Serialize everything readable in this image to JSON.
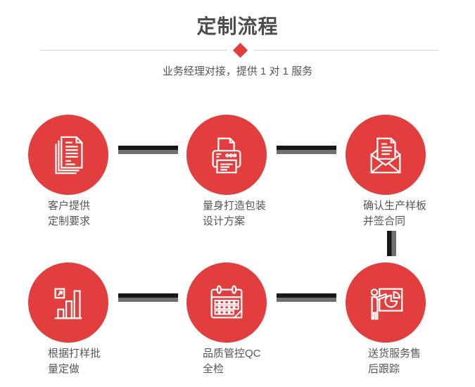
{
  "page": {
    "title": "定制流程",
    "subtitle": "业务经理对接，提供 1 对 1 服务"
  },
  "colors": {
    "accent_red": "#e23e3e",
    "title_text": "#4d4d4d",
    "body_text": "#555555",
    "divider_line": "#d4d4d4",
    "connector_dark": "#161616",
    "connector_gray": "#707070",
    "icon_stroke": "#ffffff",
    "background": "#ffffff"
  },
  "steps": [
    {
      "icon": "documents-icon",
      "label_lines": [
        "客户提供",
        "定制要求"
      ]
    },
    {
      "icon": "printer-icon",
      "label_lines": [
        "量身打造包装",
        "设计方案"
      ]
    },
    {
      "icon": "envelope-icon",
      "label_lines": [
        "确认生产样板",
        "并签合同"
      ]
    },
    {
      "icon": "bar-chart-icon",
      "label_lines": [
        "根据打样批",
        "量定做"
      ]
    },
    {
      "icon": "calendar-icon",
      "label_lines": [
        "品质管控QC",
        "全检"
      ]
    },
    {
      "icon": "presentation-icon",
      "label_lines": [
        "送货服务售",
        "后跟踪"
      ]
    }
  ],
  "connectors": [
    "step1-step2-horizontal",
    "step2-step3-horizontal",
    "step3-step6-vertical",
    "step4-step5-horizontal",
    "step5-step6-horizontal"
  ]
}
